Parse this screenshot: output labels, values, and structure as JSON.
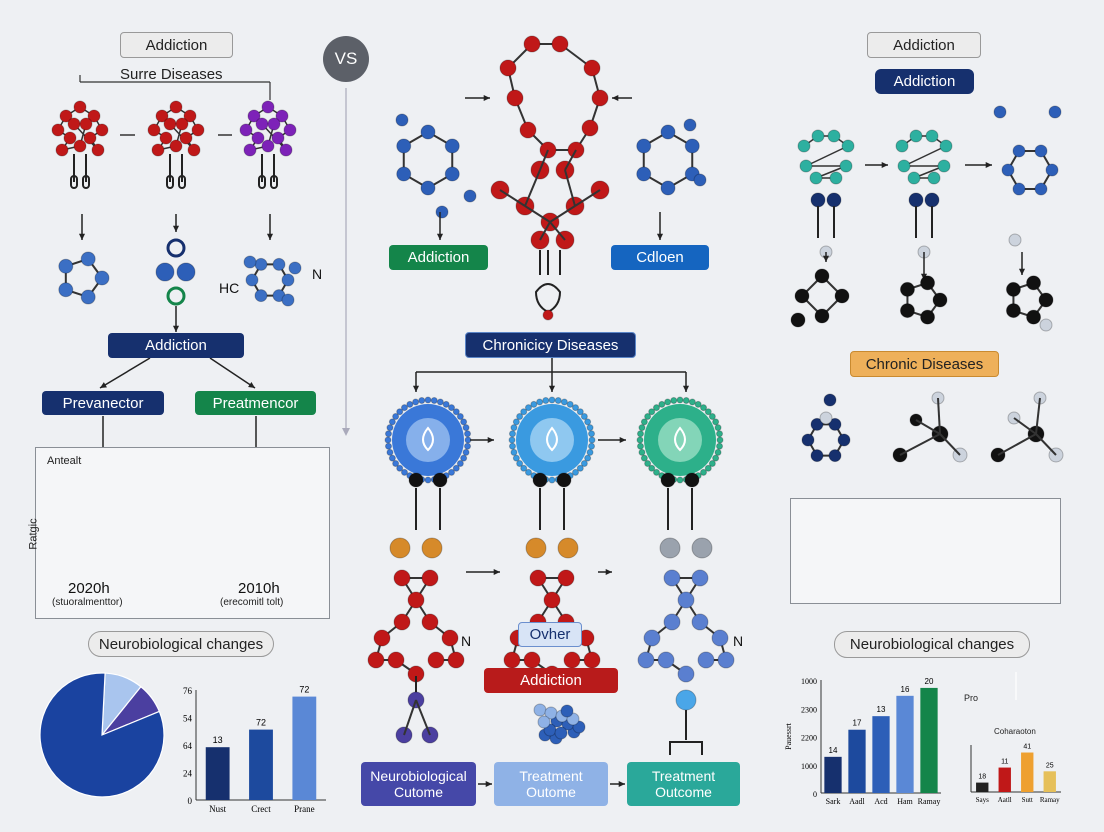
{
  "left": {
    "title": "Addiction",
    "subtitle": "Surre Diseases",
    "hc_label": "HC",
    "n_label": "N",
    "addiction_label": "Addiction",
    "prevention_label": "Prevanector",
    "treatment_label": "Preatmencor",
    "pie_panel": {
      "corner_label": "Antealt",
      "side_label": "Ratgic",
      "year1": "2020h",
      "sub1": "(stuoralmenttor)",
      "year2": "2010h",
      "sub2": "(erecomitl tolt)"
    },
    "neuro_label": "Neurobiological changes",
    "bar_chart": {
      "y_ticks": [
        "76",
        "54",
        "64",
        "24",
        "0"
      ],
      "values": [
        13,
        72,
        72
      ],
      "value_labels": [
        "13",
        "72",
        "72"
      ],
      "categories": [
        "Nust",
        "Crect",
        "Prane"
      ]
    }
  },
  "vs_label": "VS",
  "center": {
    "addiction_green": "Addiction",
    "cdloen_label": "Cdloen",
    "chronic_label": "Chronicicy Diseases",
    "ovher_label": "Ovher",
    "n_label": "N",
    "addiction_red": "Addiction",
    "bottom_boxes": [
      {
        "line1": "Neurobiological",
        "line2": "Cutome"
      },
      {
        "line1": "Treatment",
        "line2": "Outome"
      },
      {
        "line1": "Treatment",
        "line2": "Outcome"
      }
    ]
  },
  "right": {
    "title": "Addiction",
    "addiction_label": "Addiction",
    "chronic_label": "Chronic Diseases",
    "neuro_label": "Neurobiological changes",
    "bar_chart": {
      "y_ticks": [
        "1000",
        "2300",
        "2200",
        "1000",
        "0"
      ],
      "y_label": "Pauessrt",
      "values": [
        14,
        17,
        13,
        16,
        20
      ],
      "value_labels": [
        "14",
        "17",
        "13",
        "16",
        "20"
      ],
      "categories": [
        "Sark",
        "Aadl",
        "Acd",
        "Ham",
        "Ramay"
      ]
    },
    "mini_pie_label": "Pro",
    "mini_pie_caption": "Coharaoton",
    "mini_bar": {
      "values": [
        18,
        11,
        41,
        25
      ],
      "value_labels": [
        "18",
        "11",
        "41",
        "25"
      ],
      "categories": [
        "Says",
        "Aatll",
        "Sutt",
        "Ramay"
      ]
    }
  }
}
